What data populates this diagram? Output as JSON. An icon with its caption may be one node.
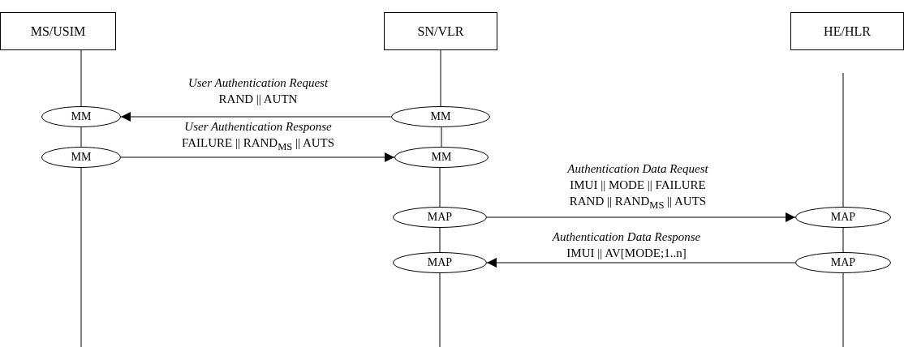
{
  "diagram": {
    "nodes": [
      {
        "text": [
          "MS/USIM"
        ]
      },
      {
        "text": [
          "SN/VLR"
        ]
      },
      {
        "text": [
          "HE/HLR"
        ]
      },
      {
        "text": [
          "MM"
        ]
      },
      {
        "text": [
          "MM"
        ]
      },
      {
        "text": [
          "MM"
        ]
      },
      {
        "text": [
          "MM"
        ]
      },
      {
        "text": [
          "MAP"
        ]
      },
      {
        "text": [
          "MAP"
        ]
      },
      {
        "text": [
          "MAP"
        ]
      },
      {
        "text": [
          "MAP"
        ]
      }
    ],
    "edges": [
      {
        "from": 0,
        "to": 3,
        "arrow": "none"
      },
      {
        "from": 3,
        "to": 5,
        "arrow": "none"
      },
      {
        "from": 5,
        "to": null,
        "arrow": "none"
      },
      {
        "from": 1,
        "to": 4,
        "arrow": "none"
      },
      {
        "from": 4,
        "to": 6,
        "arrow": "none"
      },
      {
        "from": 6,
        "to": 7,
        "arrow": "none"
      },
      {
        "from": 7,
        "to": 9,
        "arrow": "none"
      },
      {
        "from": 9,
        "to": null,
        "arrow": "none"
      },
      {
        "from": null,
        "to": 8,
        "arrow": "none"
      },
      {
        "from": 8,
        "to": 10,
        "arrow": "none"
      },
      {
        "from": 10,
        "to": null,
        "arrow": "none"
      },
      {
        "from": 4,
        "to": 3,
        "arrow": "to",
        "label": "*User Authentication Request* RAND || AUTN"
      },
      {
        "from": 5,
        "to": 6,
        "arrow": "to",
        "label": "*User Authentication Response* FAILURE || RAND$_{MS}$ || AUTS"
      },
      {
        "from": 7,
        "to": 8,
        "arrow": "to",
        "label": "*Authentication Data Request* IMUI || MODE || FAILURE RAND || RAND$_{MS}$ || AUTS"
      },
      {
        "from": 10,
        "to": 9,
        "arrow": "to",
        "label": "*Authentication Data Response* IMUI || AV[MODE;1..n]"
      }
    ]
  }
}
